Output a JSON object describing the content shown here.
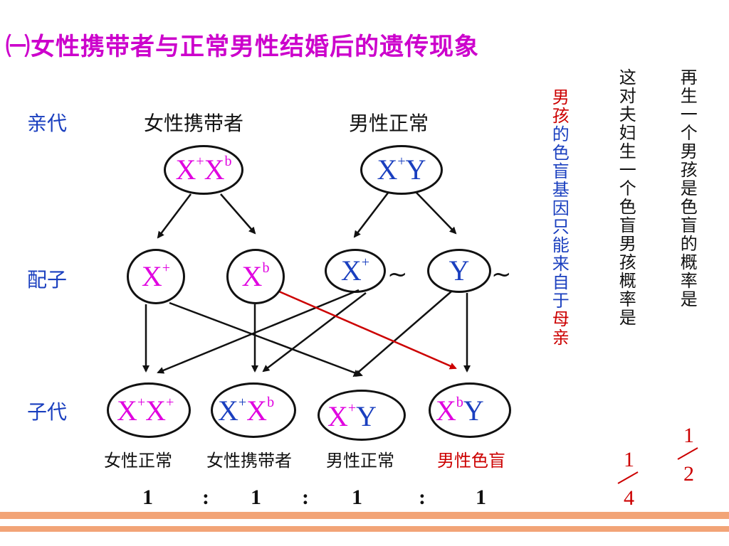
{
  "title": "㈠女性携带者与正常男性结婚后的遗传现象",
  "rows": {
    "parental": "亲代",
    "gametes": "配子",
    "offspring": "子代"
  },
  "parents": {
    "female_label": "女性携带者",
    "male_label": "男性正常",
    "female": {
      "base1": "X",
      "sup1": "+",
      "base2": "X",
      "sup2": "b"
    },
    "male": {
      "base1": "X",
      "sup1": "+",
      "base2": "Y"
    }
  },
  "gametes": {
    "g1": {
      "base": "X",
      "sup": "+"
    },
    "g2": {
      "base": "X",
      "sup": "b"
    },
    "g3": {
      "base": "X",
      "sup": "+"
    },
    "g4": {
      "base": "Y"
    },
    "sperm_mark": "~"
  },
  "offspring": [
    {
      "base1": "X",
      "sup1": "+",
      "base2": "X",
      "sup2": "+",
      "phenotype": "女性正常"
    },
    {
      "base1": "X",
      "sup1": "+",
      "base2": "X",
      "sup2": "b",
      "phenotype": "女性携带者"
    },
    {
      "base1": "X",
      "sup1": "+",
      "base2": "Y",
      "phenotype": "男性正常"
    },
    {
      "base1": "X",
      "sup1": "b",
      "base2": "Y",
      "phenotype": "男性色盲"
    }
  ],
  "ratio": {
    "values": [
      "1",
      "1",
      "1",
      "1"
    ],
    "separator": ":"
  },
  "notes": {
    "boy_gene_source_1": "男孩",
    "boy_gene_source_2": "的色盲基因只能来自于",
    "boy_gene_source_3": "母亲",
    "question_1": "这对夫妇生一个色盲男孩概率是",
    "question_2": "再生一个男孩是色盲的概率是"
  },
  "answers": {
    "a1": {
      "num": "1",
      "den": "4"
    },
    "a2": {
      "num": "1",
      "den": "2"
    }
  },
  "colors": {
    "magenta": "#e000e0",
    "blue": "#1a3fbf",
    "red": "#cc0000",
    "bar": "#f2a477"
  }
}
